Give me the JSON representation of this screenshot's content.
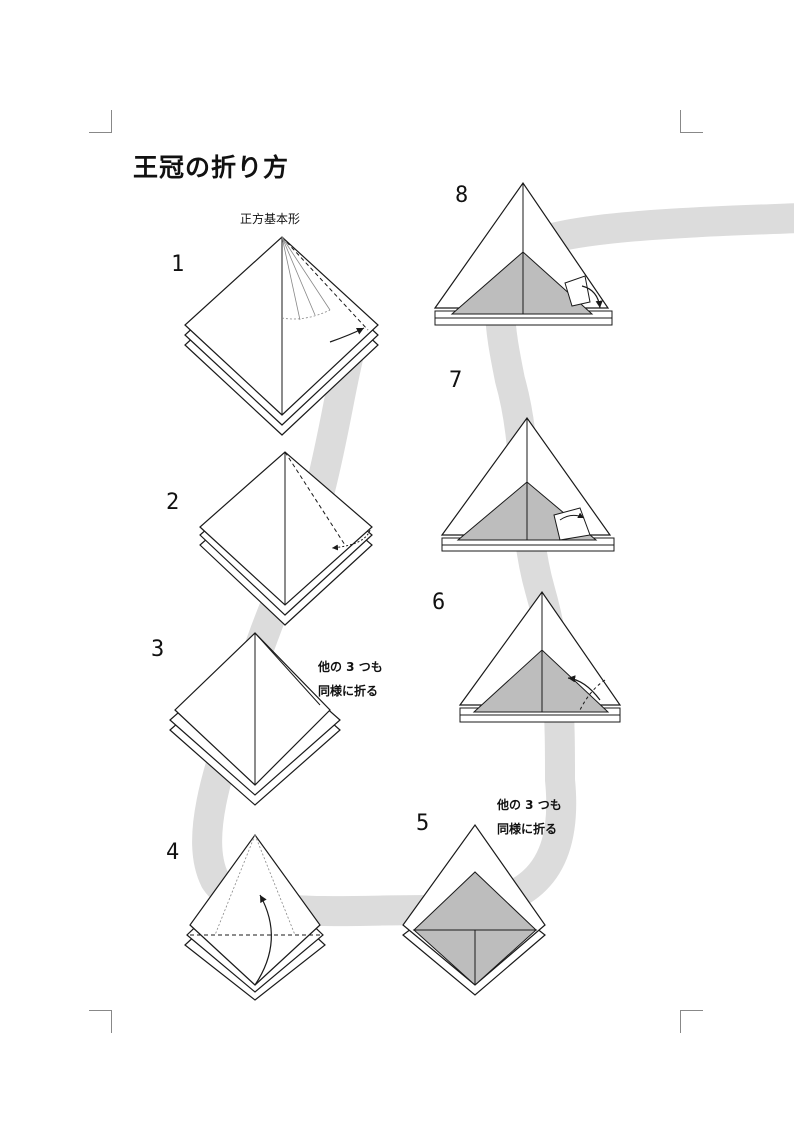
{
  "title": "王冠の折り方",
  "subtitle": "正方基本形",
  "notes": [
    {
      "line1": "他の 3 つも",
      "line2": "同様に折る"
    },
    {
      "line1": "他の 3 つも",
      "line2": "同様に折る"
    }
  ],
  "steps": [
    {
      "number": "1"
    },
    {
      "number": "2"
    },
    {
      "number": "3"
    },
    {
      "number": "4"
    },
    {
      "number": "5"
    },
    {
      "number": "6"
    },
    {
      "number": "7"
    },
    {
      "number": "8"
    }
  ],
  "colors": {
    "flow_band": "#dcdcdc",
    "shade": "#bdbdbd",
    "line": "#1a1a1a"
  }
}
